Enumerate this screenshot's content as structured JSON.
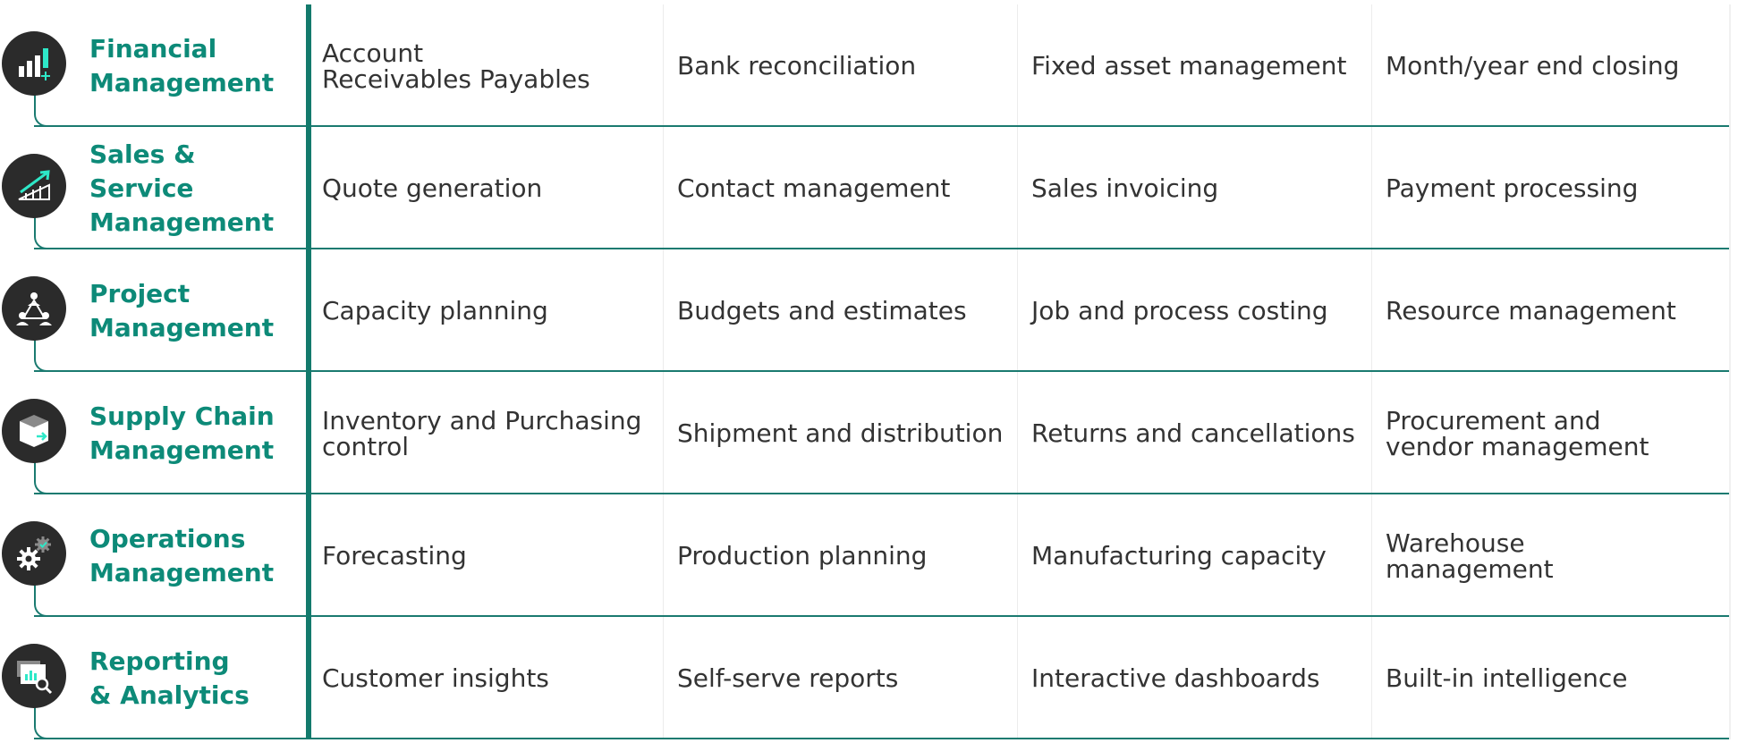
{
  "rows": [
    {
      "icon": "bar-chart-plus-icon",
      "category_line1": "Financial",
      "category_line2": "Management",
      "cells": [
        "Account\nReceivables Payables",
        "Bank reconciliation",
        "Fixed asset management",
        "Month/year end closing"
      ]
    },
    {
      "icon": "growth-chart-arrow-icon",
      "category_line1": "Sales & Service",
      "category_line2": "Management",
      "cells": [
        "Quote generation",
        "Contact management",
        "Sales invoicing",
        "Payment processing"
      ]
    },
    {
      "icon": "team-network-icon",
      "category_line1": "Project",
      "category_line2": "Management",
      "cells": [
        "Capacity planning",
        "Budgets and estimates",
        "Job and process costing",
        "Resource management"
      ]
    },
    {
      "icon": "box-arrow-icon",
      "category_line1": "Supply Chain",
      "category_line2": "Management",
      "cells": [
        "Inventory and Purchasing\ncontrol",
        "Shipment and distribution",
        "Returns and cancellations",
        "Procurement and\nvendor management"
      ]
    },
    {
      "icon": "gears-check-icon",
      "category_line1": "Operations",
      "category_line2": "Management",
      "cells": [
        "Forecasting",
        "Production planning",
        "Manufacturing capacity",
        "Warehouse\nmanagement"
      ]
    },
    {
      "icon": "report-magnifier-icon",
      "category_line1": "Reporting",
      "category_line2": "& Analytics",
      "cells": [
        "Customer insights",
        "Self-serve reports",
        "Interactive dashboards",
        "Built-in intelligence"
      ]
    }
  ],
  "colors": {
    "accent": "#0d8a78",
    "accent_dark": "#137a6c",
    "icon_bg": "#2b2b2b",
    "icon_highlight": "#2ee8c8",
    "text": "#333333"
  }
}
